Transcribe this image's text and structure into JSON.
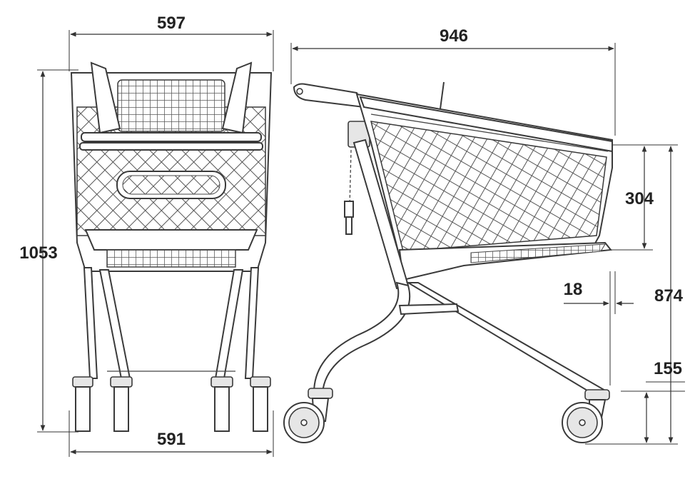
{
  "dimensions": {
    "front_width_top": "597",
    "front_width_bottom": "591",
    "front_height": "1053",
    "side_length": "946",
    "side_basket_depth": "304",
    "side_height": "874",
    "side_offset": "18",
    "side_base_height": "155"
  }
}
